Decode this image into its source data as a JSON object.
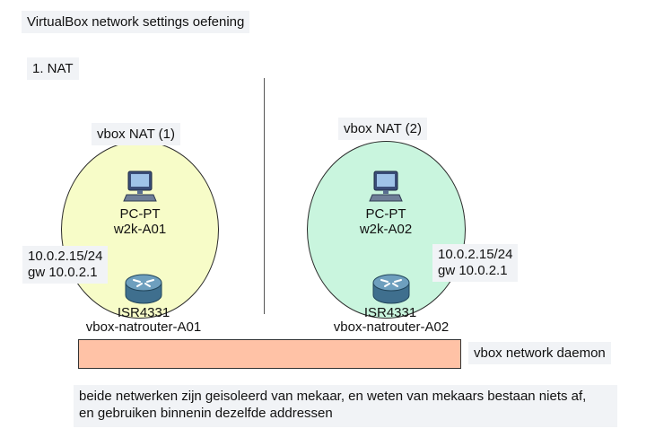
{
  "title": "VirtualBox network settings oefening",
  "section": "1. NAT",
  "colors": {
    "network_a": "#f7fcc8",
    "network_b": "#c9f5de",
    "daemon": "#ffc2a6",
    "note_bg": "#f1f3f6"
  },
  "networks": [
    {
      "label": "vbox NAT (1)",
      "pc_type": "PC-PT",
      "pc_name": "w2k-A01",
      "ip": "10.0.2.15/24",
      "gateway": "gw 10.0.2.1",
      "router_type": "ISR4331",
      "router_name": "vbox-natrouter-A01",
      "pc_icon": "pc-icon",
      "router_icon": "router-icon"
    },
    {
      "label": "vbox NAT (2)",
      "pc_type": "PC-PT",
      "pc_name": "w2k-A02",
      "ip": "10.0.2.15/24",
      "gateway": "gw 10.0.2.1",
      "router_type": "ISR4331",
      "router_name": "vbox-natrouter-A02",
      "pc_icon": "pc-icon",
      "router_icon": "router-icon"
    }
  ],
  "daemon_label": "vbox network daemon",
  "footer": {
    "line1": "beide netwerken zijn geisoleerd van mekaar, en weten van mekaars bestaan niets af,",
    "line2": "en gebruiken binnenin dezelfde addressen"
  }
}
